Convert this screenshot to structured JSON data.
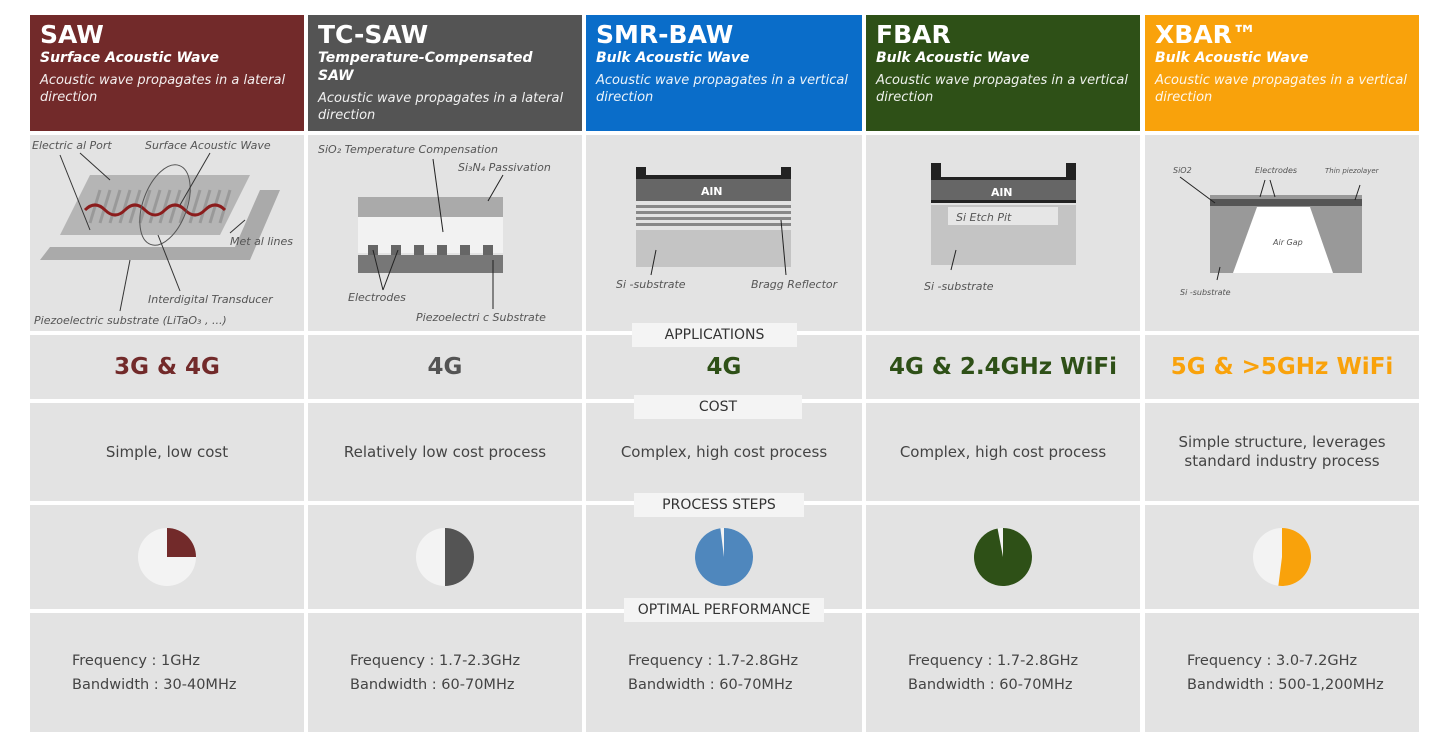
{
  "section_labels": {
    "applications": "APPLICATIONS",
    "cost": "COST",
    "process": "PROCESS STEPS",
    "performance": "OPTIMAL PERFORMANCE"
  },
  "columns": [
    {
      "title": "SAW",
      "subtitle": "Surface Acoustic Wave",
      "desc": "Acoustic wave propagates in a lateral direction",
      "color": "#722a2a",
      "app": "3G & 4G",
      "cost": "Simple, low cost",
      "process_fraction": 0.25,
      "frequency": "Frequency : 1GHz",
      "bandwidth": "Bandwidth : 30-40MHz",
      "diagram_labels": [
        "Electric al Port",
        "Surface Acoustic Wave",
        "Met al lines",
        "Piezoelectric substrate (LiTaO₃ , ...)",
        "Interdigital Transducer"
      ]
    },
    {
      "title": "TC-SAW",
      "subtitle": "Temperature-Compensated SAW",
      "desc": "Acoustic wave propagates in a lateral direction",
      "color": "#545454",
      "app": "4G",
      "cost": "Relatively low cost process",
      "process_fraction": 0.5,
      "frequency": "Frequency : 1.7-2.3GHz",
      "bandwidth": "Bandwidth : 60-70MHz",
      "diagram_labels": [
        "SiO₂ Temperature Compensation",
        "Si₃N₄ Passivation",
        "Electrodes",
        "Piezoelectri c Substrate"
      ]
    },
    {
      "title": "SMR-BAW",
      "subtitle": "Bulk Acoustic Wave",
      "desc": "Acoustic wave propagates in a vertical direction",
      "color": "#0a6dc9",
      "pie_color": "#4f87bd",
      "app": "4G",
      "app_color": "#2e5017",
      "cost": "Complex, high cost process",
      "process_fraction": 0.98,
      "frequency": "Frequency : 1.7-2.8GHz",
      "bandwidth": "Bandwidth : 60-70MHz",
      "diagram_labels": [
        "AlN",
        "Bragg Reflector",
        "Si -substrate"
      ]
    },
    {
      "title": "FBAR",
      "subtitle": "Bulk Acoustic Wave",
      "desc": "Acoustic wave propagates in a vertical direction",
      "color": "#2e5017",
      "app": "4G & 2.4GHz WiFi",
      "cost": "Complex, high cost process",
      "process_fraction": 0.97,
      "frequency": "Frequency : 1.7-2.8GHz",
      "bandwidth": "Bandwidth : 60-70MHz",
      "diagram_labels": [
        "AlN",
        "Si Etch Pit",
        "Si -substrate"
      ]
    },
    {
      "title": "XBAR™",
      "subtitle": "Bulk Acoustic Wave",
      "desc": "Acoustic wave propagates in a vertical direction",
      "color": "#f9a20b",
      "app": "5G & >5GHz WiFi",
      "cost": "Simple structure, leverages standard industry process",
      "process_fraction": 0.52,
      "frequency": "Frequency : 3.0-7.2GHz",
      "bandwidth": "Bandwidth : 500-1,200MHz",
      "diagram_labels": [
        "SiO2",
        "Electrodes",
        "Thin piezolayer",
        "Air Gap",
        "Si -substrate"
      ]
    }
  ]
}
